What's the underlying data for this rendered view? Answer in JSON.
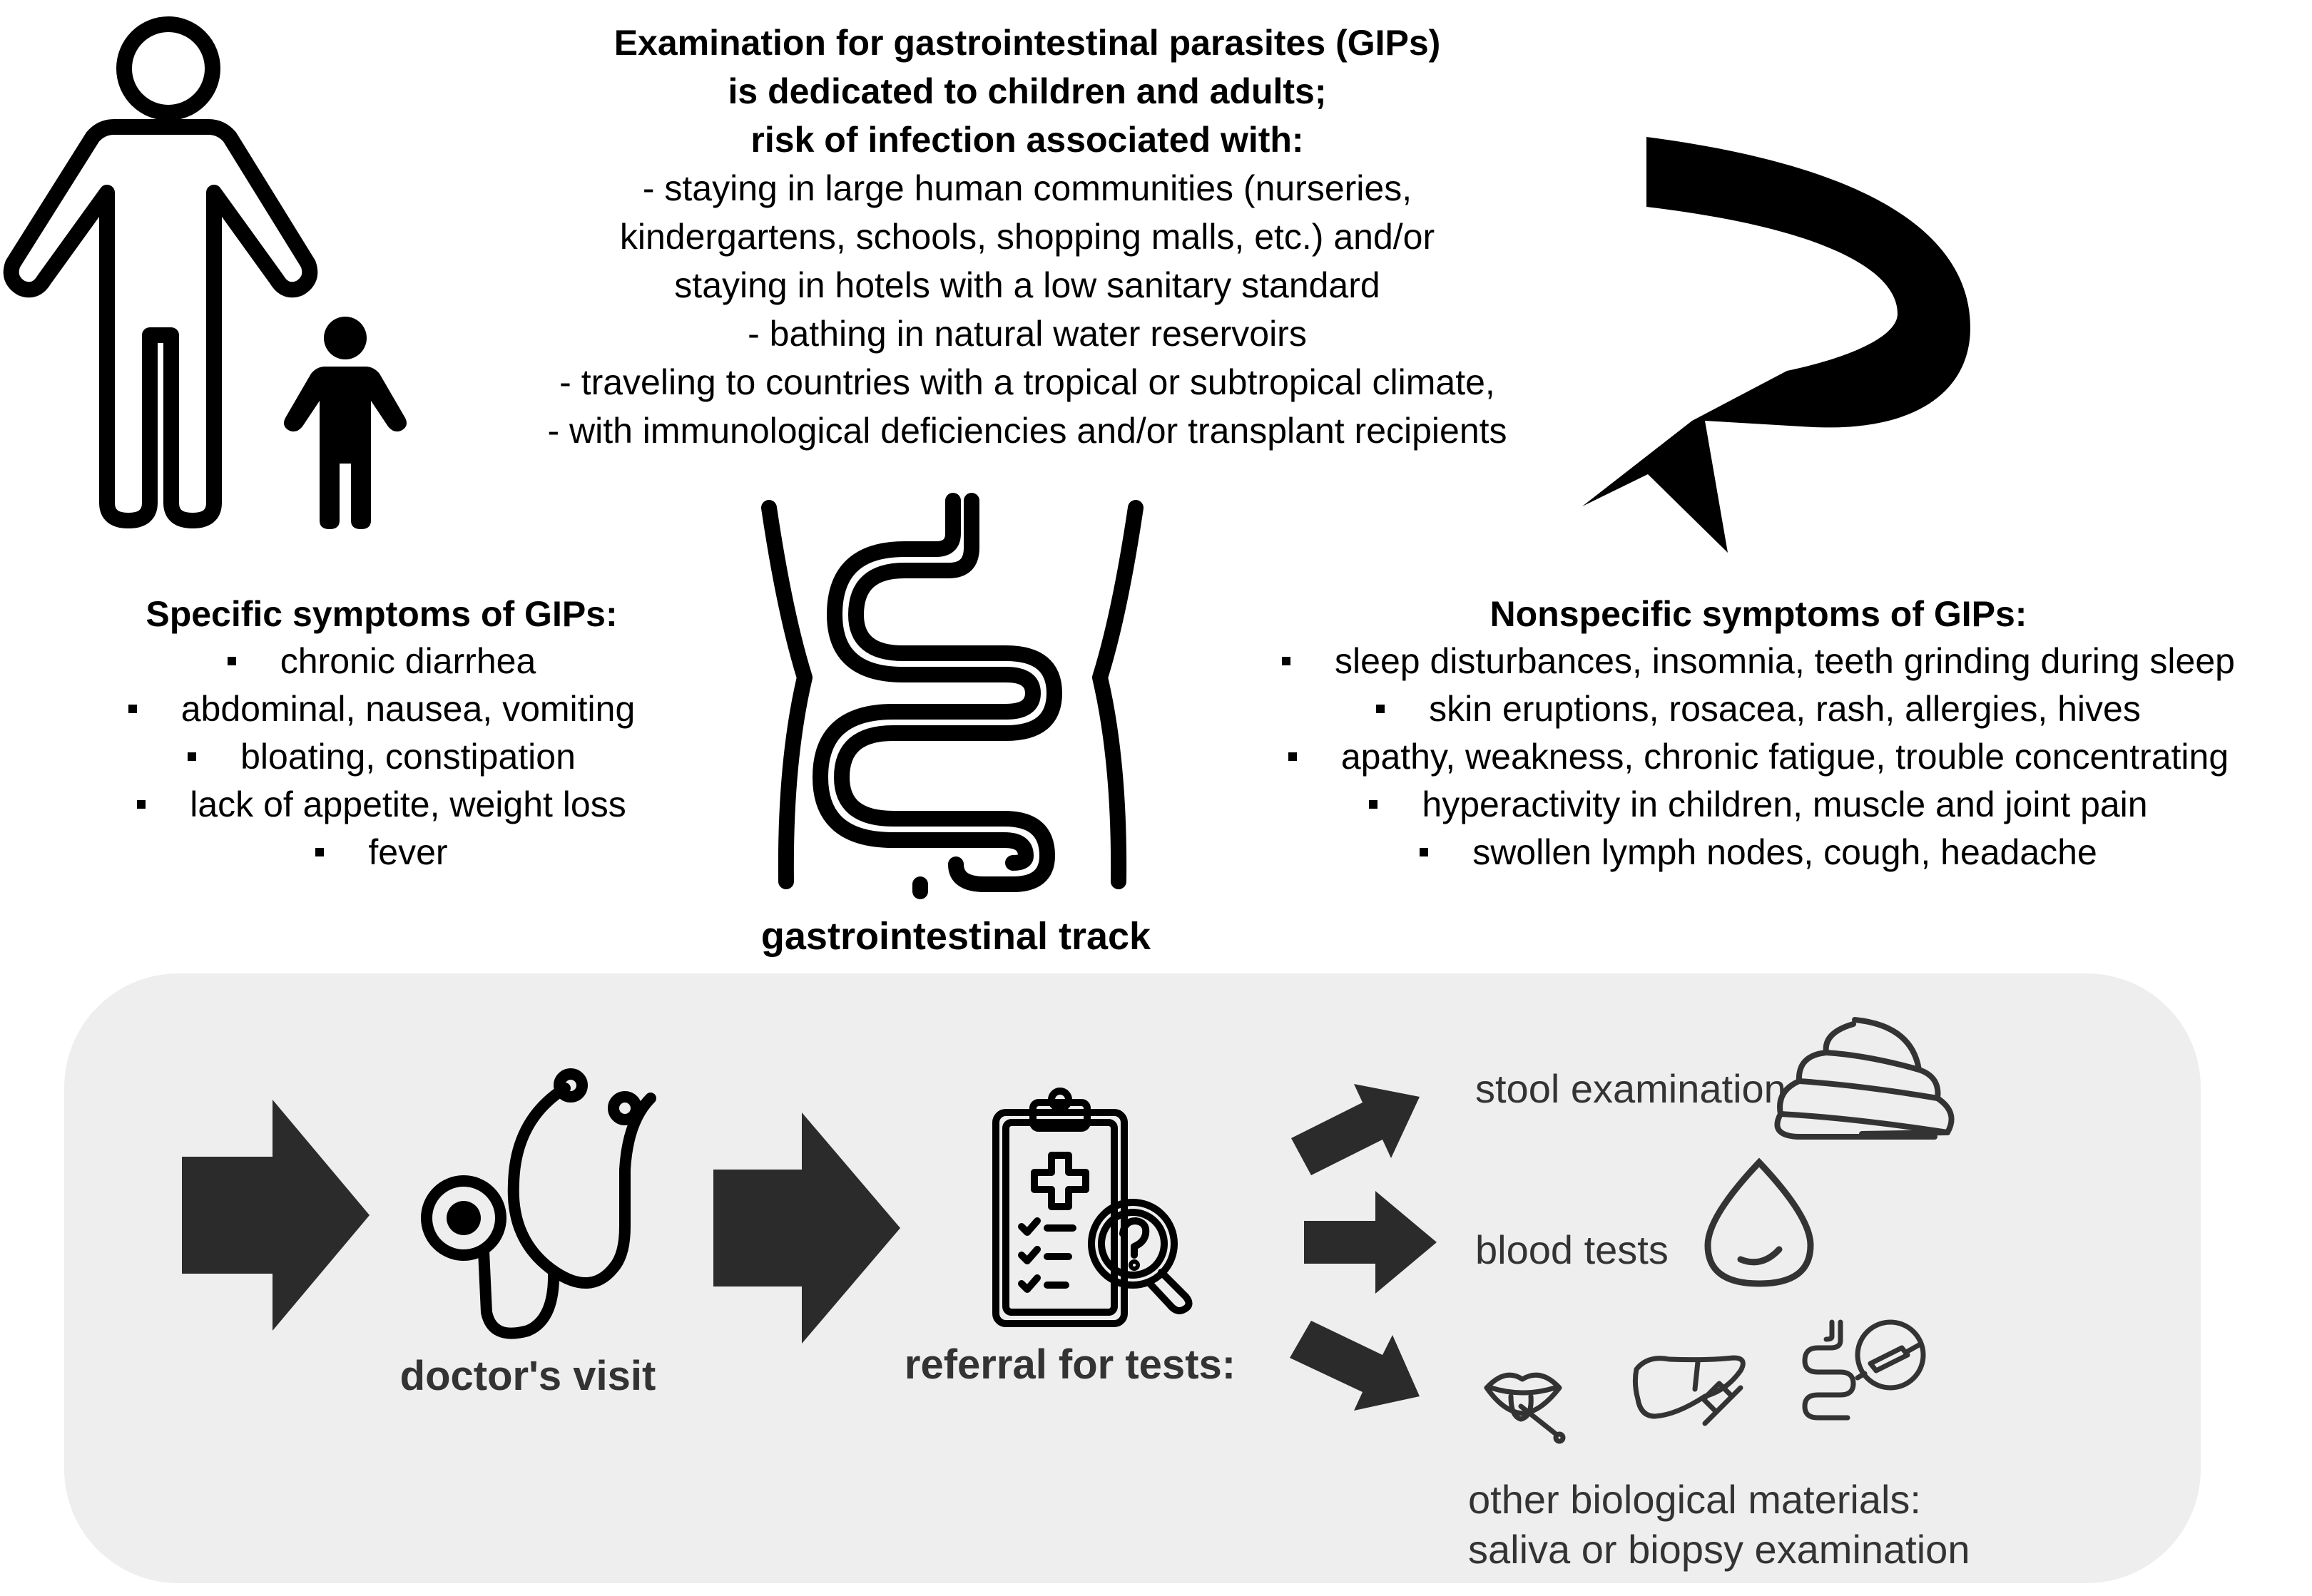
{
  "intro": {
    "heading_lines": [
      "Examination for gastrointestinal parasites (GIPs)",
      "is dedicated to children and adults;",
      "risk of infection associated with:"
    ],
    "risk_lines": [
      "- staying in large human communities (nurseries,",
      "kindergartens, schools, shopping malls, etc.) and/or",
      "staying in hotels with a low sanitary standard",
      "- bathing in natural water reservoirs",
      "- traveling to countries with a tropical or subtropical climate,",
      "- with immunological deficiencies and/or transplant recipients"
    ]
  },
  "specific": {
    "title": "Specific symptoms of GIPs:",
    "items": [
      "chronic diarrhea",
      "abdominal, nausea, vomiting",
      "bloating, constipation",
      "lack of appetite, weight loss",
      "fever"
    ]
  },
  "nonspecific": {
    "title": "Nonspecific symptoms of GIPs:",
    "items": [
      "sleep disturbances, insomnia, teeth grinding during sleep",
      "skin eruptions, rosacea, rash, allergies, hives",
      "apathy, weakness, chronic fatigue, trouble concentrating",
      "hyperactivity in children, muscle and joint pain",
      "swollen lymph nodes, cough, headache"
    ]
  },
  "gi_label": "gastrointestinal track",
  "flow": {
    "doctor_label": "doctor's visit",
    "referral_label": "referral for tests:",
    "tests": {
      "stool": "stool examination",
      "blood": "blood tests",
      "other_line1": "other biological materials:",
      "other_line2": "saliva or biopsy examination"
    }
  },
  "icons": [
    "adult-person-icon",
    "child-person-icon",
    "curved-arrow-icon",
    "intestine-icon",
    "stethoscope-icon",
    "clipboard-magnifier-icon",
    "stool-icon",
    "drop-icon",
    "mouth-swab-icon",
    "liver-syringe-icon",
    "intestine-syringe-icon"
  ],
  "colors": {
    "panel": "#eeeeee",
    "ink": "#000000",
    "arrow": "#2b2b2b",
    "label": "#333333"
  }
}
